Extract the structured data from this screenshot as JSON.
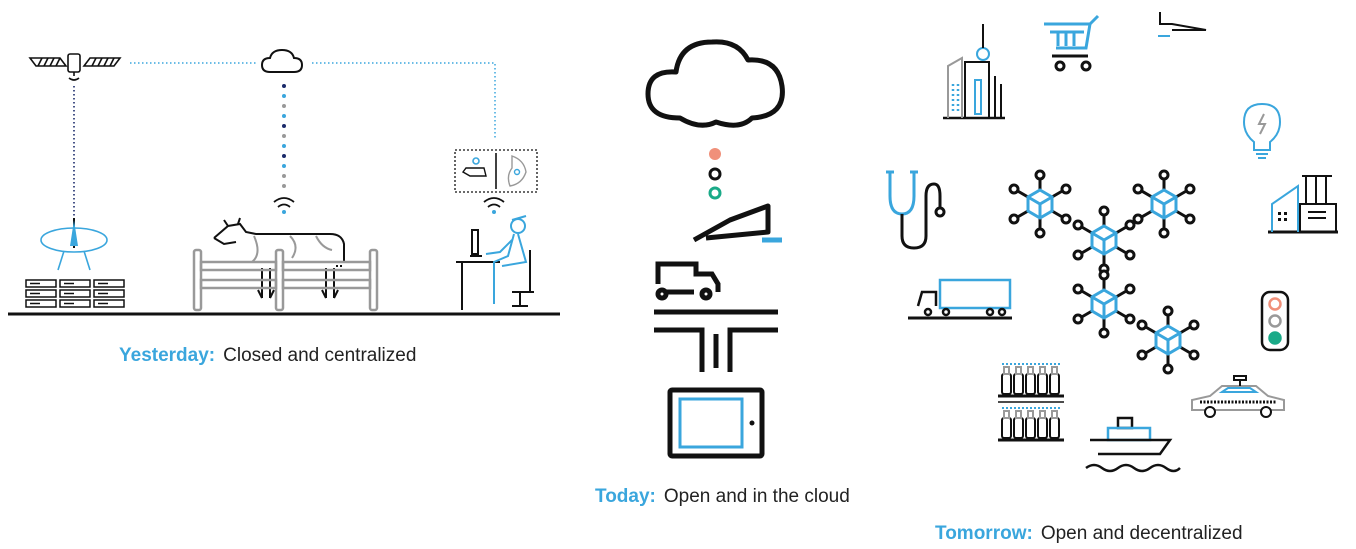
{
  "captions": {
    "yesterday": {
      "lead": "Yesterday:",
      "text": "Closed and centralized"
    },
    "today": {
      "lead": "Today:",
      "text": "Open and in the cloud"
    },
    "tomorrow": {
      "lead": "Tomorrow:",
      "text": "Open and decentralized"
    }
  },
  "colors": {
    "accent": "#3aa6dd",
    "line": "#111111",
    "gray": "#999999",
    "salmon": "#f0907a",
    "green": "#1aaa88",
    "navy": "#1a2a6a"
  },
  "sections": {
    "yesterday": {
      "icons": [
        "satellite-icon",
        "cloud-icon",
        "satellite-dish-icon",
        "server-rack-icon",
        "wifi-icon",
        "cow-icon",
        "fence-icon",
        "farmer-at-desk-icon",
        "cow-location-map-icon"
      ]
    },
    "today": {
      "icons": [
        "cloud-icon",
        "airplane-icon",
        "truck-icon",
        "road-icon",
        "tablet-icon"
      ]
    },
    "tomorrow": {
      "icons": [
        "city-building-icon",
        "shopping-cart-icon",
        "airplane-icon",
        "lightbulb-icon",
        "factory-icon",
        "stethoscope-icon",
        "blockchain-network-icon",
        "truck-icon",
        "traffic-light-icon",
        "bottles-shelf-icon",
        "taxi-icon",
        "ship-icon"
      ]
    }
  }
}
